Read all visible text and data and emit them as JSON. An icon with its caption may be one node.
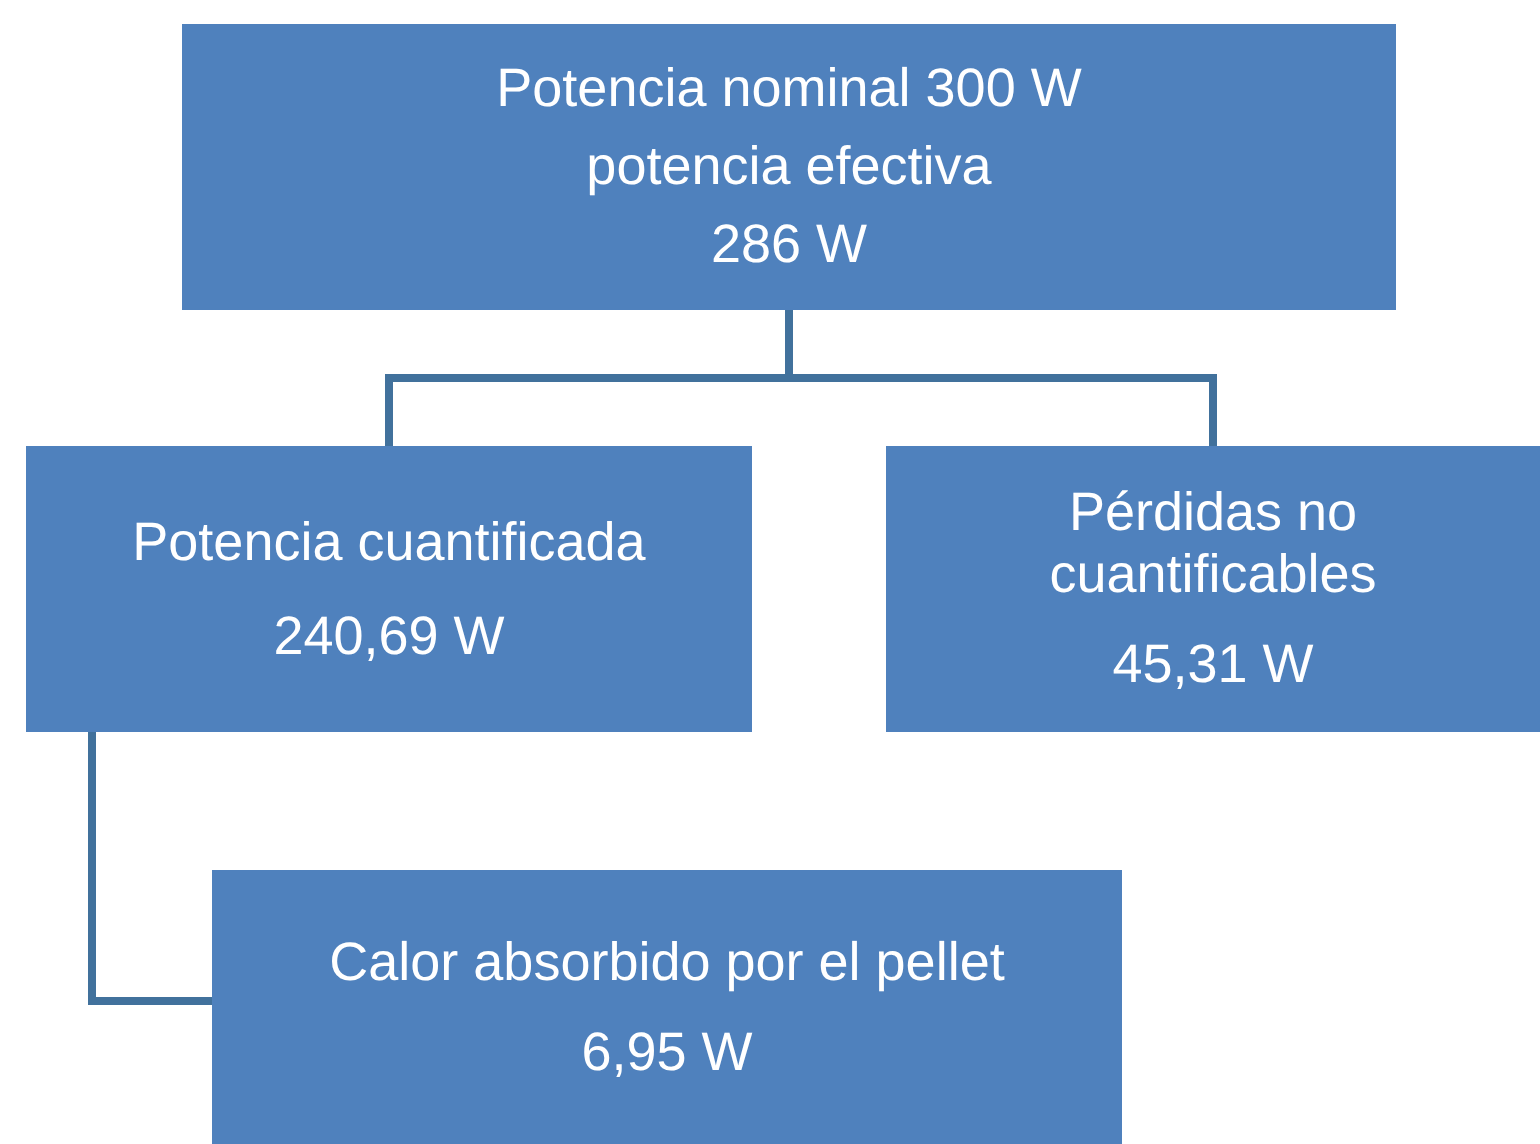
{
  "diagram": {
    "nodes": [
      {
        "text": [
          "Potencia nominal 300 W",
          "potencia efectiva",
          "286 W"
        ]
      },
      {
        "text": [
          "Potencia cuantificada",
          "240,69 W"
        ]
      },
      {
        "text": [
          "Pérdidas no cuantificables",
          "45,31 W"
        ]
      },
      {
        "text": [
          "Calor absorbido por el pellet",
          "6,95 W"
        ]
      }
    ],
    "edges": [
      {
        "from": 0,
        "to": 1,
        "arrow": "none"
      },
      {
        "from": 0,
        "to": 2,
        "arrow": "none"
      },
      {
        "from": 1,
        "to": 3,
        "arrow": "none"
      }
    ]
  }
}
